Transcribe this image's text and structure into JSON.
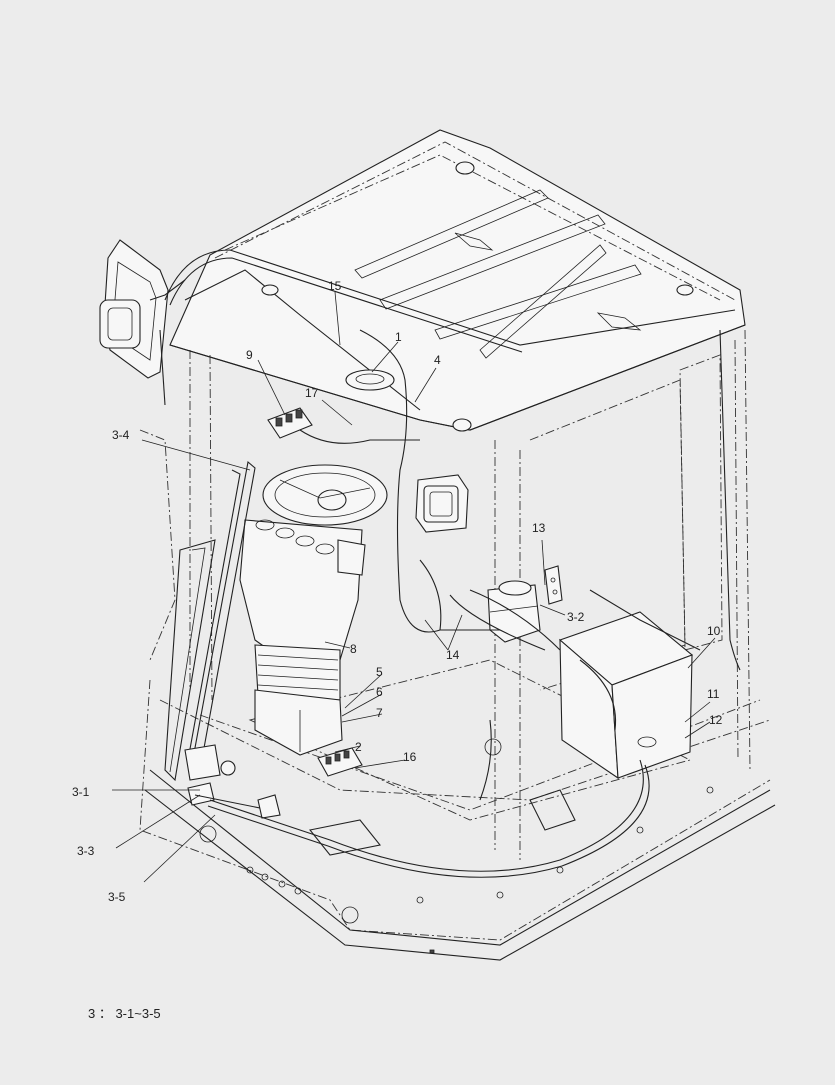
{
  "callouts": [
    {
      "id": "c1",
      "label": "1"
    },
    {
      "id": "c2",
      "label": "2"
    },
    {
      "id": "c4",
      "label": "4"
    },
    {
      "id": "c5",
      "label": "5"
    },
    {
      "id": "c6",
      "label": "6"
    },
    {
      "id": "c7",
      "label": "7"
    },
    {
      "id": "c8",
      "label": "8"
    },
    {
      "id": "c9",
      "label": "9"
    },
    {
      "id": "c10",
      "label": "10"
    },
    {
      "id": "c11",
      "label": "11"
    },
    {
      "id": "c12",
      "label": "12"
    },
    {
      "id": "c13",
      "label": "13"
    },
    {
      "id": "c14",
      "label": "14"
    },
    {
      "id": "c15",
      "label": "15"
    },
    {
      "id": "c16",
      "label": "16"
    },
    {
      "id": "c17",
      "label": "17"
    },
    {
      "id": "c3-1",
      "label": "3-1"
    },
    {
      "id": "c3-2",
      "label": "3-2"
    },
    {
      "id": "c3-3",
      "label": "3-3"
    },
    {
      "id": "c3-4",
      "label": "3-4"
    },
    {
      "id": "c3-5",
      "label": "3-5"
    }
  ],
  "footnote": "3 ： 3-1~3-5"
}
